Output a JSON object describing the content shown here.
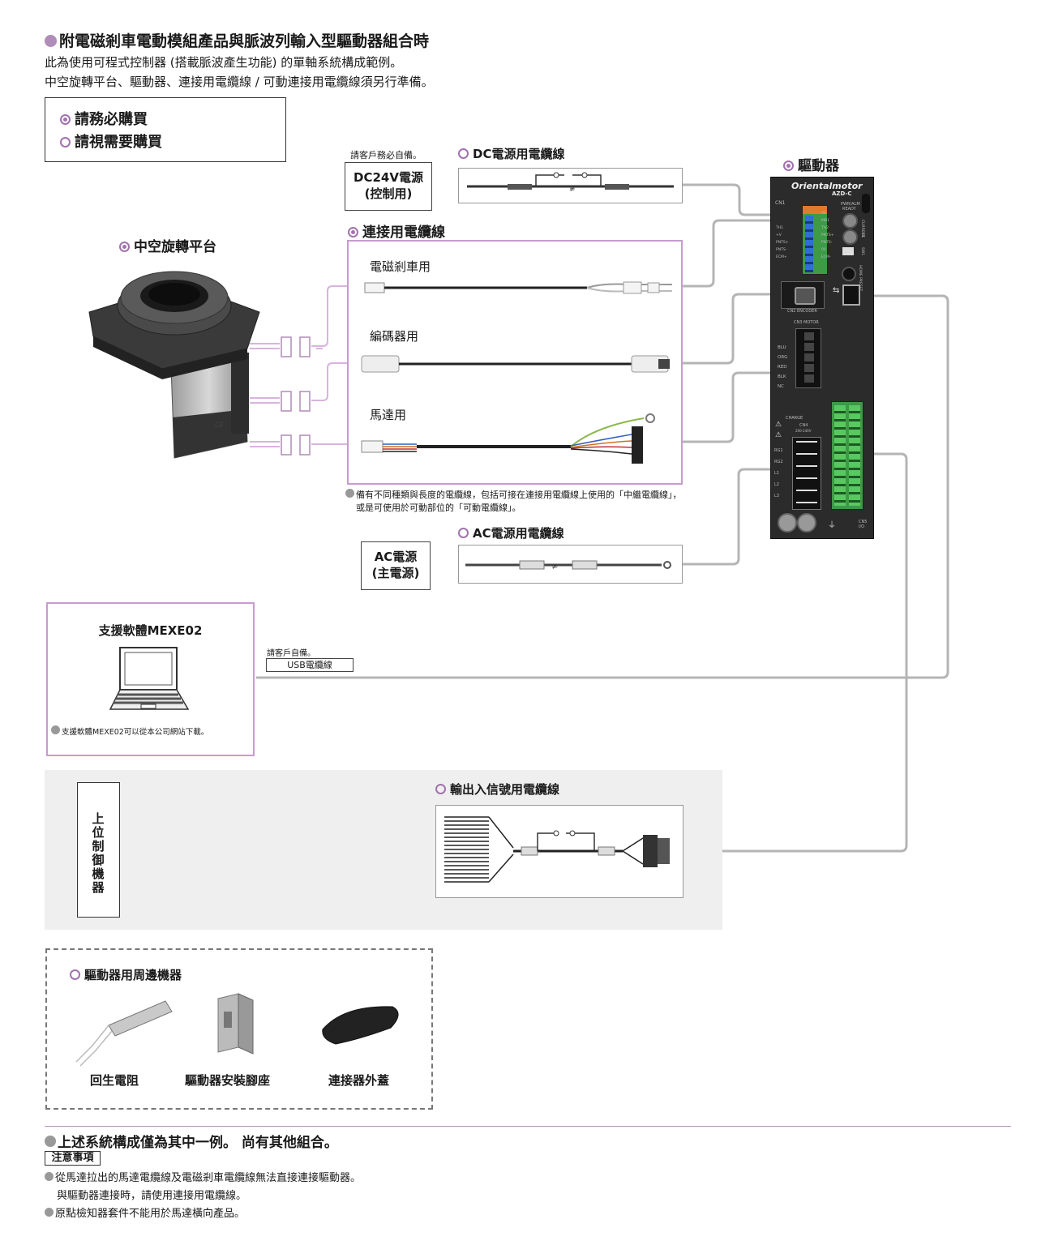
{
  "header": {
    "title": "附電磁剎車電動模組產品與脈波列輸入型驅動器組合時",
    "line1": "此為使用可程式控制器 (搭載脈波產生功能) 的單軸系統構成範例。",
    "line2": "中空旋轉平台、驅動器、連接用電纜線 / 可動連接用電纜線須另行準備。"
  },
  "legend": {
    "required": "請務必購買",
    "optional": "請視需要購買"
  },
  "dc": {
    "note": "請客戶務必自備。",
    "cable_label": "DC電源用電纜線",
    "source_line1": "DC24V電源",
    "source_line2": "(控制用)"
  },
  "driver": {
    "label": "驅動器",
    "brand": "Orientalmotor",
    "model": "AZD-C",
    "labels": {
      "pwr": "PWR/ALM",
      "ready": "READY",
      "cn1": "CN1",
      "cn2": "CN2 ENCODER",
      "cn3": "CN3 MOTOR",
      "cn4": "CN4",
      "cn4_sub": "200-240V",
      "cn5": "CN5 I/O",
      "charge": "CHARGE",
      "current": "CURRENT",
      "fil": "FIL",
      "sw1": "SW1",
      "home": "HOME PRESET",
      "motor_pins": [
        "BLU",
        "ORG",
        "RED",
        "BLK",
        "NC"
      ],
      "cn1_left": [
        "TH1",
        "+V",
        "PNTS+",
        "PNTS-",
        "ECM+"
      ],
      "cn1_right": [
        "0V",
        "MB1",
        "TH2",
        "PNTS+",
        "PNTS-",
        "0V",
        "ECM-"
      ],
      "power_pins": [
        "RG1",
        "RG2",
        "L1",
        "L2",
        "L3"
      ]
    }
  },
  "table": {
    "label": "中空旋轉平台"
  },
  "connection": {
    "label": "連接用電纜線",
    "brake": "電磁剎車用",
    "encoder": "編碼器用",
    "motor": "馬達用",
    "note1": "備有不同種類與長度的電纜線，包括可接在連接用電纜線上使用的「中繼電纜線」，",
    "note2": "或是可使用於可動部位的「可動電纜線」。"
  },
  "ac": {
    "cable_label": "AC電源用電纜線",
    "source_line1": "AC電源",
    "source_line2": "(主電源)"
  },
  "software": {
    "title": "支援軟體MEXE02",
    "note": "支援軟體MEXE02可以從本公司網站下載。",
    "usb_note": "請客戶自備。",
    "usb_label": "USB電纜線"
  },
  "io": {
    "host": "上位制御機器",
    "cable_label": "輸出入信號用電纜線"
  },
  "peripheral": {
    "title": "驅動器用周邊機器",
    "items": [
      "回生電阻",
      "驅動器安裝腳座",
      "連接器外蓋"
    ]
  },
  "footer": {
    "summary": "上述系統構成僅為其中一例。 尚有其他組合。",
    "caution": "注意事項",
    "n1": "從馬達拉出的馬達電纜線及電磁剎車電纜線無法直接連接驅動器。",
    "n2": "與驅動器連接時，請使用連接用電纜線。",
    "n3": "原點檢知器套件不能用於馬達橫向產品。"
  },
  "colors": {
    "accent": "#a173ad",
    "line": "#b5b5b5",
    "io_bg": "#efefef"
  }
}
